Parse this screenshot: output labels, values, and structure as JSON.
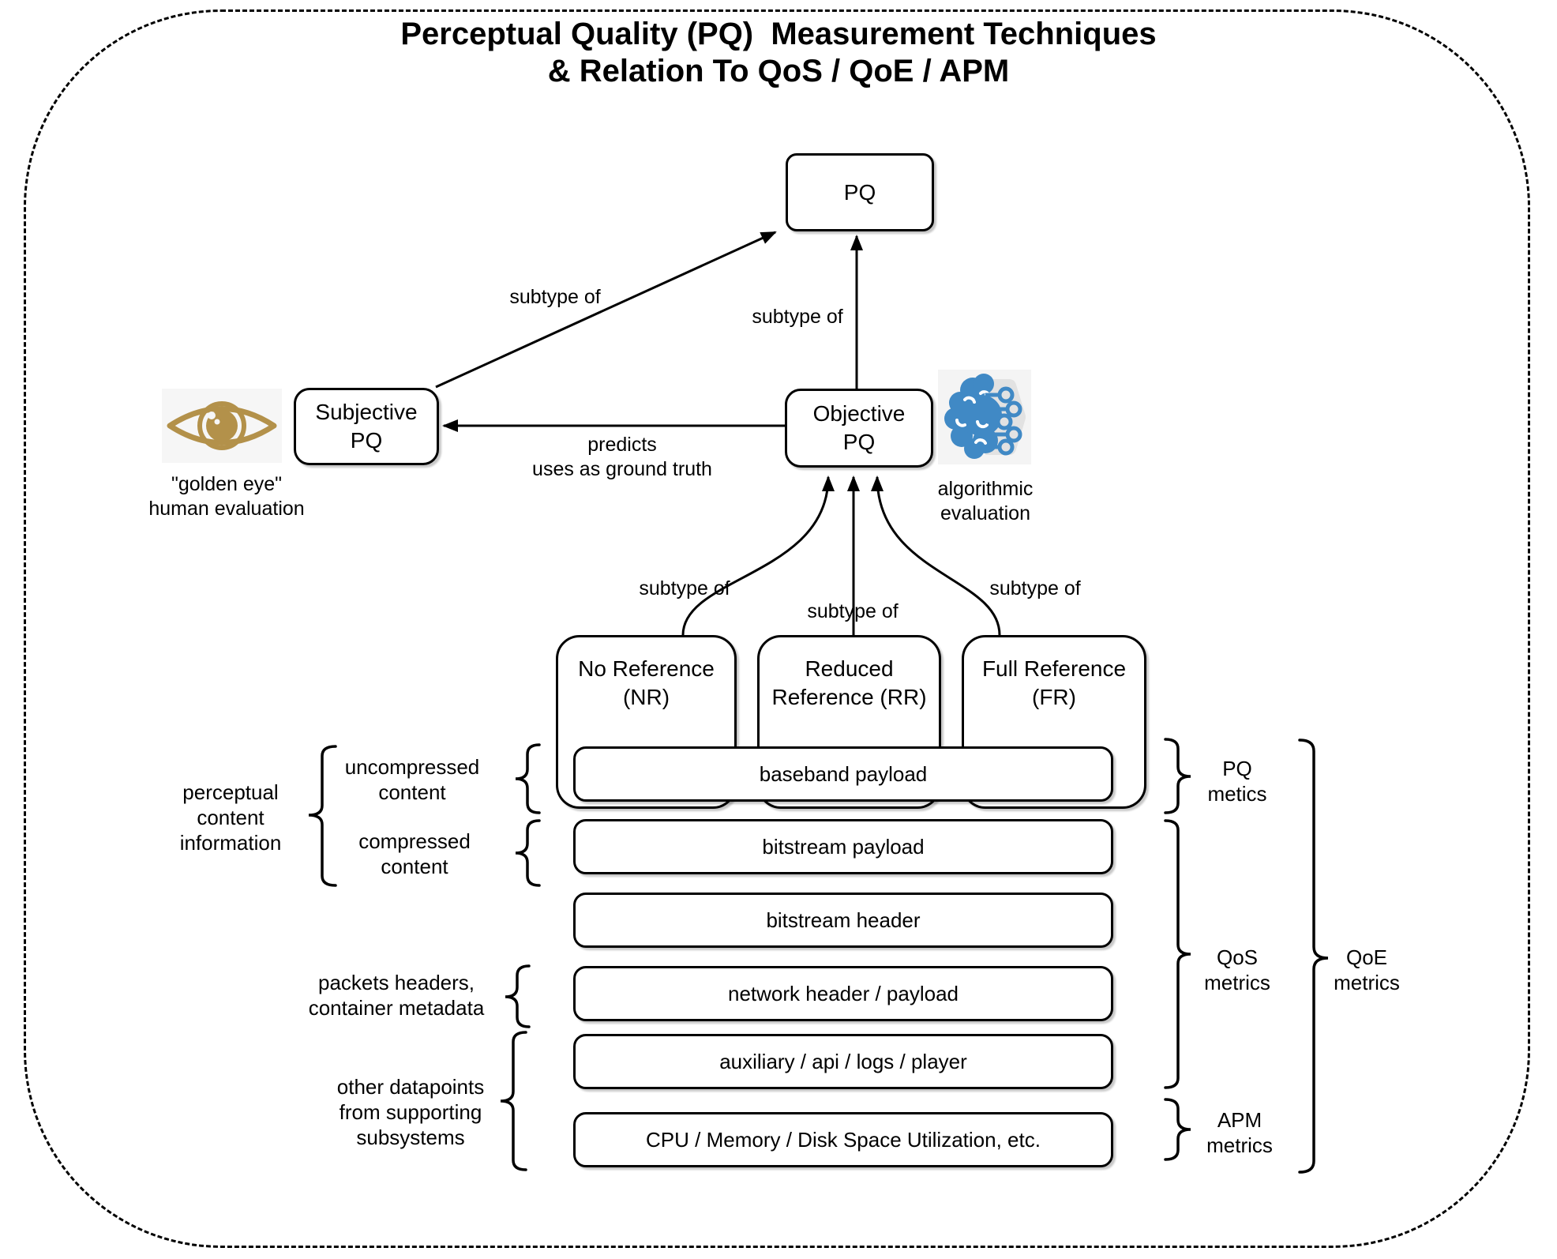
{
  "title": {
    "line1": "Perceptual Quality (PQ)  Measurement Techniques",
    "line2": "& Relation To QoS / QoE / APM"
  },
  "nodes": {
    "pq": "PQ",
    "subjective": "Subjective\nPQ",
    "objective": "Objective\nPQ",
    "no_reference": "No Reference\n(NR)",
    "reduced_reference": "Reduced\nReference (RR)",
    "full_reference": "Full Reference\n(FR)"
  },
  "edge_labels": {
    "subjective_subtype": "subtype of",
    "objective_subtype": "subtype of",
    "predicts": "predicts\nuses as ground truth",
    "nr_subtype": "subtype of",
    "rr_subtype": "subtype of",
    "fr_subtype": "subtype of"
  },
  "icon_captions": {
    "golden_eye": "\"golden eye\"\nhuman evaluation",
    "algorithmic": "algorithmic\nevaluation"
  },
  "bars": [
    "baseband payload",
    "bitstream payload",
    "bitstream header",
    "network header / payload",
    "auxiliary / api / logs / player",
    "CPU / Memory / Disk Space Utilization, etc."
  ],
  "left_annotations": {
    "perceptual": "perceptual\ncontent\ninformation",
    "uncompressed": "uncompressed\ncontent",
    "compressed": "compressed\ncontent",
    "packets": "packets headers,\ncontainer metadata",
    "other": "other datapoints\nfrom supporting\nsubsystems"
  },
  "right_annotations": {
    "pq_metics": "PQ\nmetics",
    "qos": "QoS\nmetrics",
    "apm": "APM\nmetrics",
    "qoe": "QoE\nmetrics"
  },
  "icons": {
    "eye": "golden-eye-icon",
    "brain": "algorithmic-brain-icon"
  },
  "colors": {
    "line": "#000000",
    "eye_gold": "#b3914a",
    "brain_blue": "#4089c5",
    "icon_bg": "#f5f5f5",
    "hexagon_gray": "#e2e2e2"
  }
}
